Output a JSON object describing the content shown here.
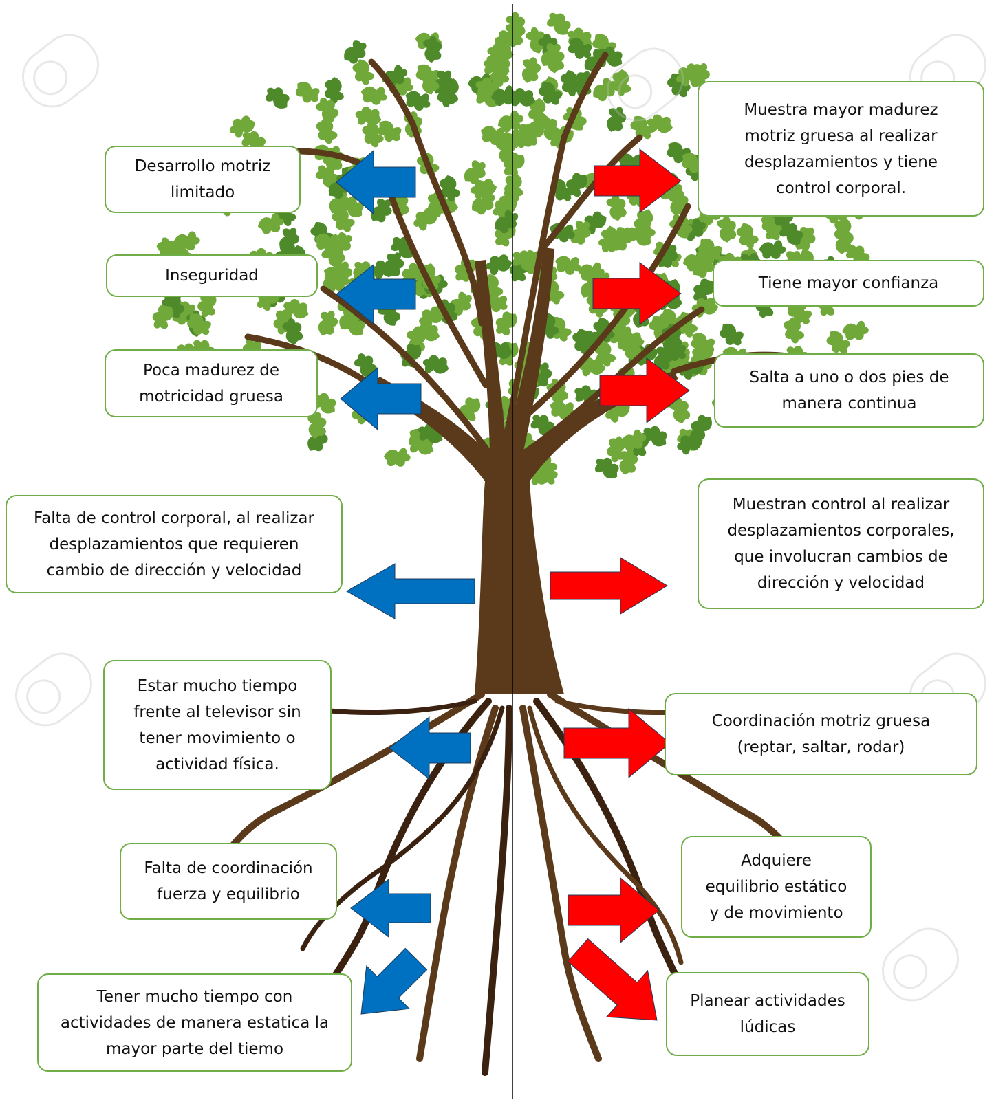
{
  "colors": {
    "negative_arrow": "#0070c0",
    "positive_arrow": "#ff0000",
    "box_border": "#70ad47",
    "leaf": "#70a83a",
    "leaf_dark": "#4e8a2a",
    "trunk": "#5a3a1a",
    "trunk_dark": "#3b2210",
    "divider": "#000000"
  },
  "watermark_icon": "123rf-watermark-icon",
  "left_boxes": [
    {
      "lines": [
        "Desarrollo motriz",
        "limitado"
      ]
    },
    {
      "lines": [
        "Inseguridad"
      ]
    },
    {
      "lines": [
        "Poca madurez de",
        "motricidad gruesa"
      ]
    },
    {
      "lines": [
        "Falta de control corporal, al realizar",
        "desplazamientos que requieren",
        "cambio de dirección y velocidad"
      ]
    },
    {
      "lines": [
        "Estar mucho tiempo",
        "frente al televisor sin",
        "tener movimiento o",
        "actividad física."
      ]
    },
    {
      "lines": [
        "Falta de coordinación",
        "fuerza y equilibrio"
      ]
    },
    {
      "lines": [
        "Tener mucho tiempo con",
        "actividades de manera estatica la",
        "mayor parte del tiemo"
      ]
    }
  ],
  "right_boxes": [
    {
      "lines": [
        "Muestra mayor madurez",
        "motriz gruesa al realizar",
        "desplazamientos y tiene",
        "control corporal."
      ]
    },
    {
      "lines": [
        "Tiene mayor confianza"
      ]
    },
    {
      "lines": [
        "Salta a uno o dos pies de",
        "manera continua"
      ]
    },
    {
      "lines": [
        "Muestran control al realizar",
        "desplazamientos corporales,",
        "que involucran cambios de",
        "dirección y velocidad"
      ]
    },
    {
      "lines": [
        "Coordinación motriz gruesa",
        "(reptar, saltar, rodar)"
      ]
    },
    {
      "lines": [
        "Adquiere",
        "equilibrio estático",
        "y de movimiento"
      ]
    },
    {
      "lines": [
        "Planear actividades",
        "lúdicas"
      ]
    }
  ]
}
